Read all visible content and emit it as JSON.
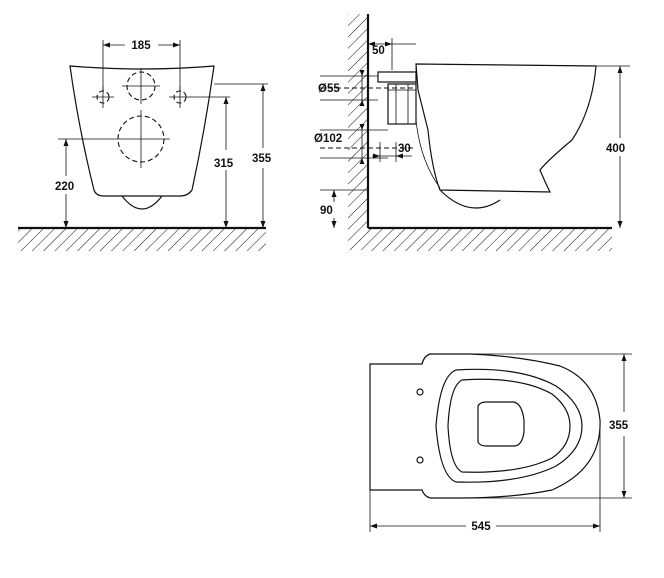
{
  "front_view": {
    "width_between_holes": "185",
    "total_height": "355",
    "inlet_height": "315",
    "outlet_height": "220"
  },
  "side_view": {
    "wall_offset": "50",
    "inlet_diameter": "Ø55",
    "outlet_diameter": "Ø102",
    "outlet_offset": "30",
    "floor_clearance": "90",
    "bowl_height": "400"
  },
  "top_view": {
    "depth": "355",
    "length": "545"
  }
}
